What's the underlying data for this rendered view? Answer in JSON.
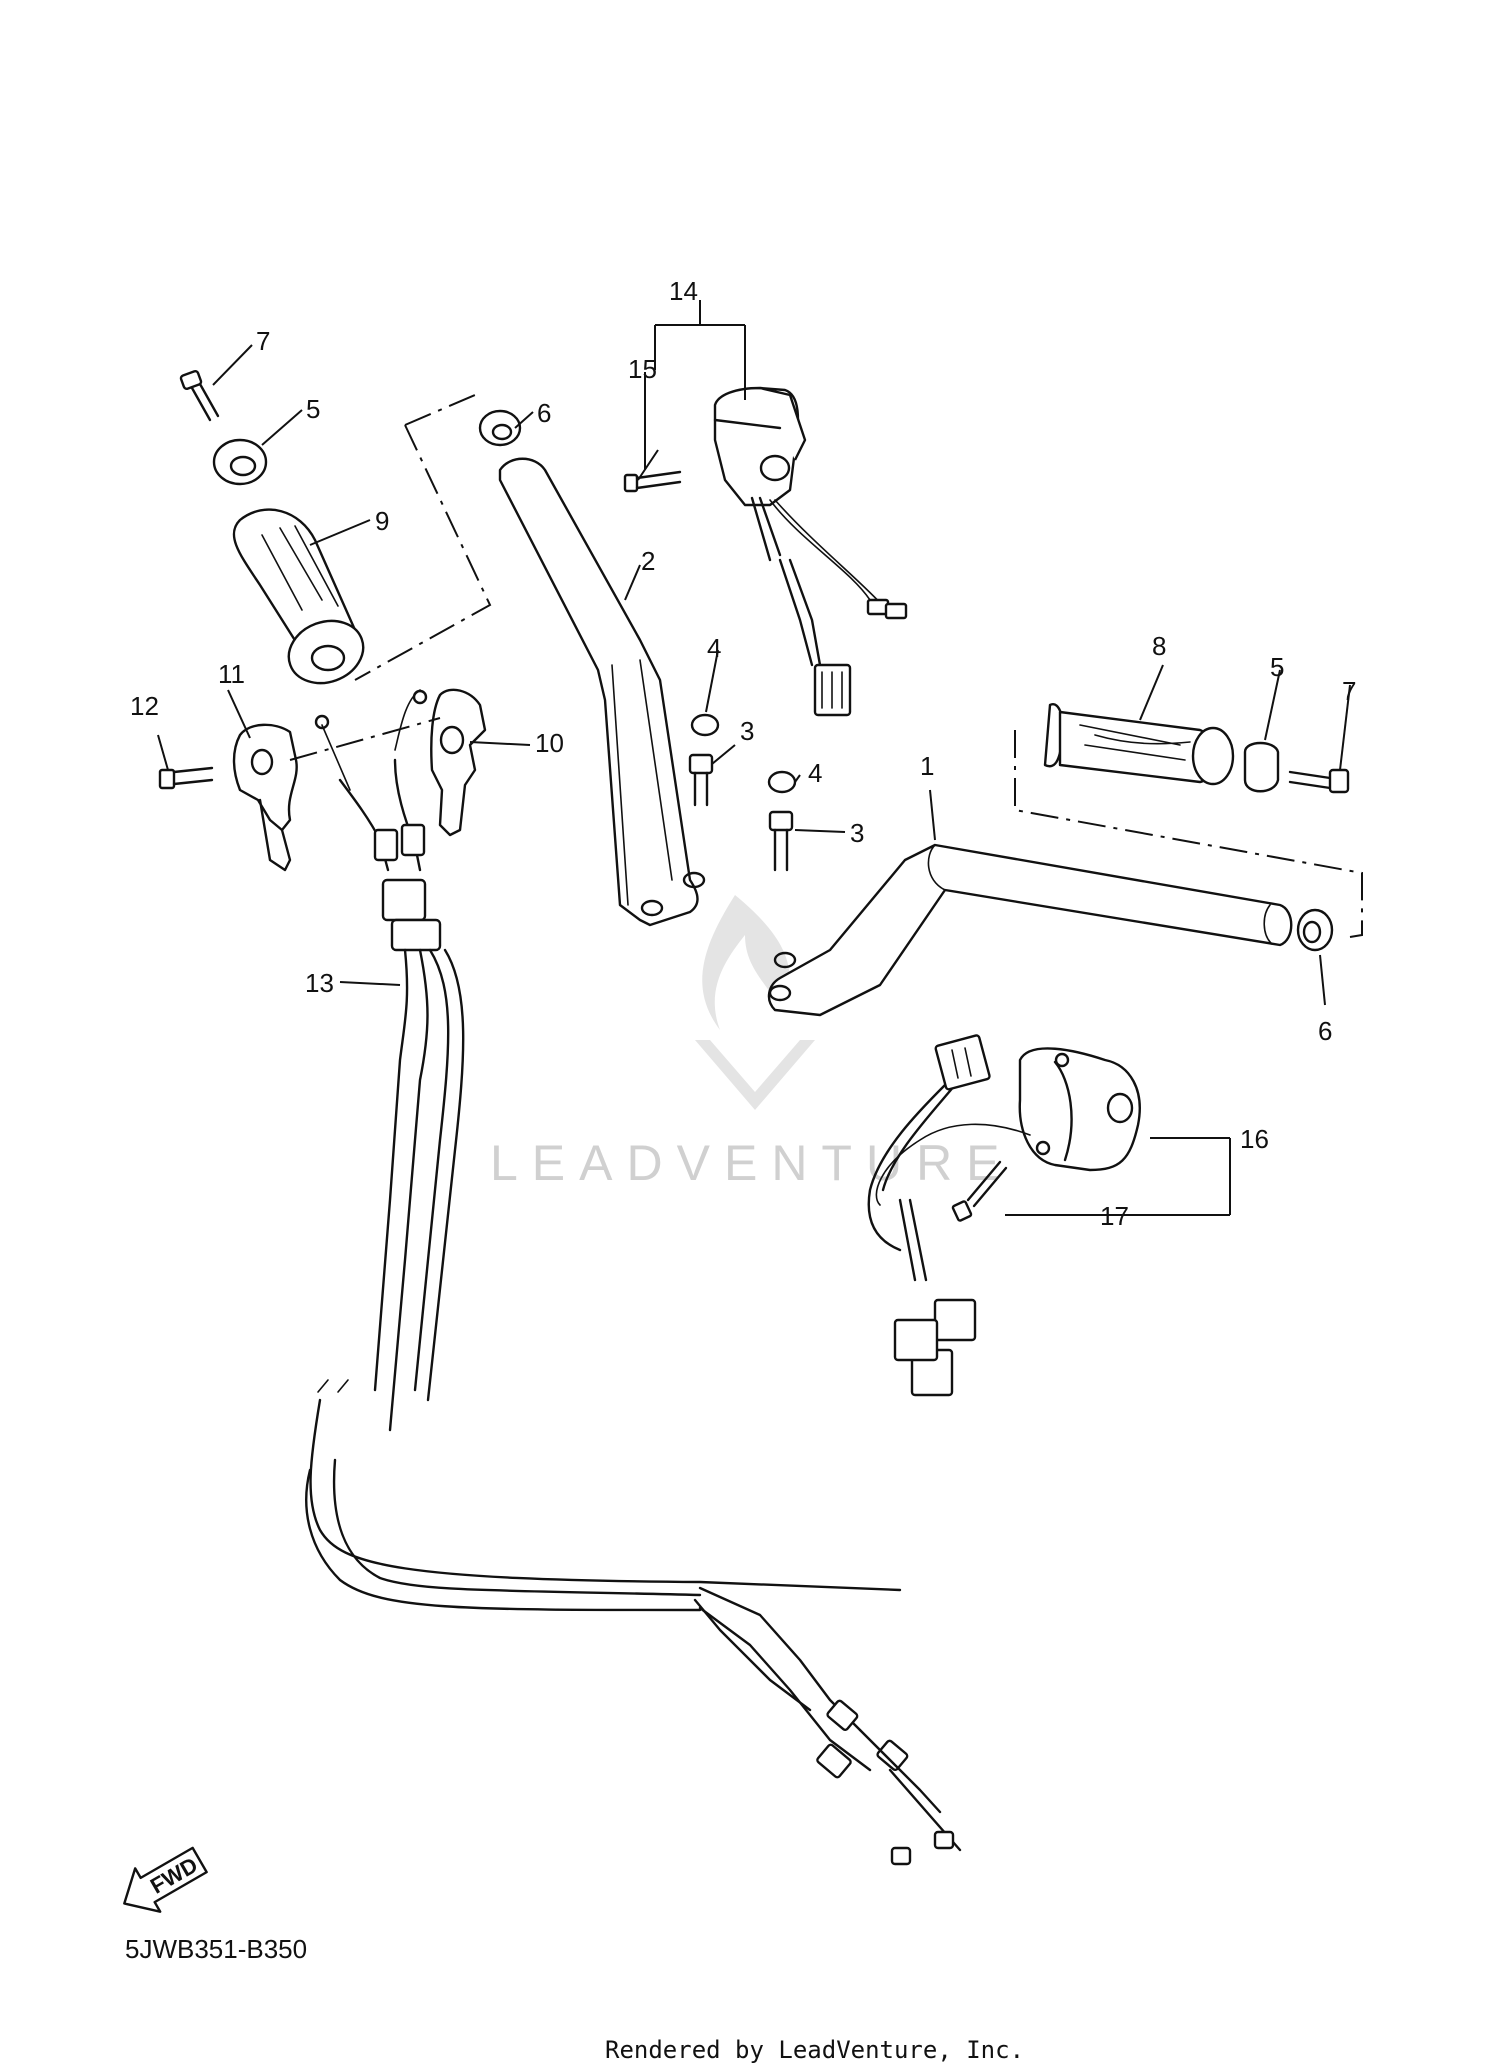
{
  "diagram": {
    "part_code": "5JWB351-B350",
    "credit": "Rendered by LeadVenture, Inc.",
    "watermark": "LEADVENTURE",
    "fwd_label": "FWD",
    "callouts": {
      "c1": "1",
      "c2": "2",
      "c3a": "3",
      "c3b": "3",
      "c4a": "4",
      "c4b": "4",
      "c5a": "5",
      "c5b": "5",
      "c6a": "6",
      "c6b": "6",
      "c7a": "7",
      "c7b": "7",
      "c8": "8",
      "c9": "9",
      "c10": "10",
      "c11": "11",
      "c12": "12",
      "c13": "13",
      "c14": "14",
      "c15": "15",
      "c16": "16",
      "c17": "17"
    }
  }
}
